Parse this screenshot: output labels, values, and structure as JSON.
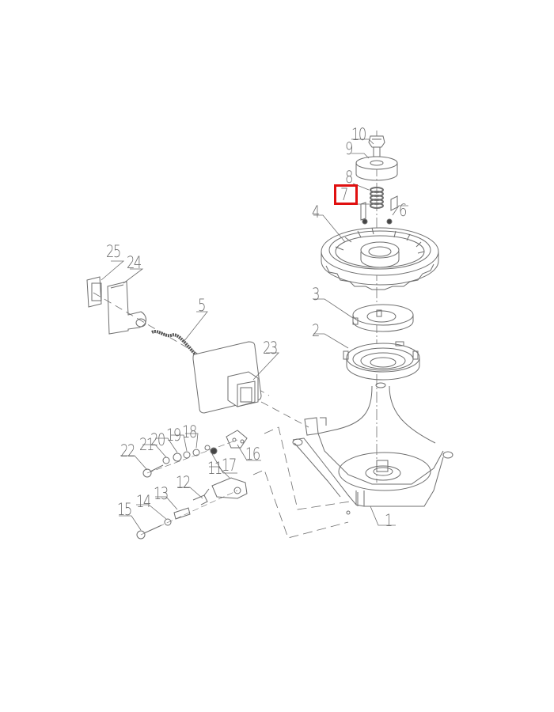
{
  "diagram": {
    "type": "exploded-parts-diagram",
    "subject": "recoil starter assembly",
    "highlight": {
      "part": "7",
      "color": "#e01010"
    },
    "line_color": "#6e6e6e",
    "parts": [
      {
        "id": "p1",
        "label": "1"
      },
      {
        "id": "p2",
        "label": "2"
      },
      {
        "id": "p3",
        "label": "3"
      },
      {
        "id": "p4",
        "label": "4"
      },
      {
        "id": "p5",
        "label": "5"
      },
      {
        "id": "p6",
        "label": "6"
      },
      {
        "id": "p7",
        "label": "7"
      },
      {
        "id": "p8",
        "label": "8"
      },
      {
        "id": "p9",
        "label": "9"
      },
      {
        "id": "p10",
        "label": "10"
      },
      {
        "id": "p11",
        "label": "11"
      },
      {
        "id": "p12",
        "label": "12"
      },
      {
        "id": "p13",
        "label": "13"
      },
      {
        "id": "p14",
        "label": "14"
      },
      {
        "id": "p15",
        "label": "15"
      },
      {
        "id": "p16",
        "label": "16"
      },
      {
        "id": "p17",
        "label": "17"
      },
      {
        "id": "p18",
        "label": "18"
      },
      {
        "id": "p19",
        "label": "19"
      },
      {
        "id": "p20",
        "label": "20"
      },
      {
        "id": "p21",
        "label": "21"
      },
      {
        "id": "p22",
        "label": "22"
      },
      {
        "id": "p23",
        "label": "23"
      },
      {
        "id": "p24",
        "label": "24"
      },
      {
        "id": "p25",
        "label": "25"
      }
    ]
  }
}
